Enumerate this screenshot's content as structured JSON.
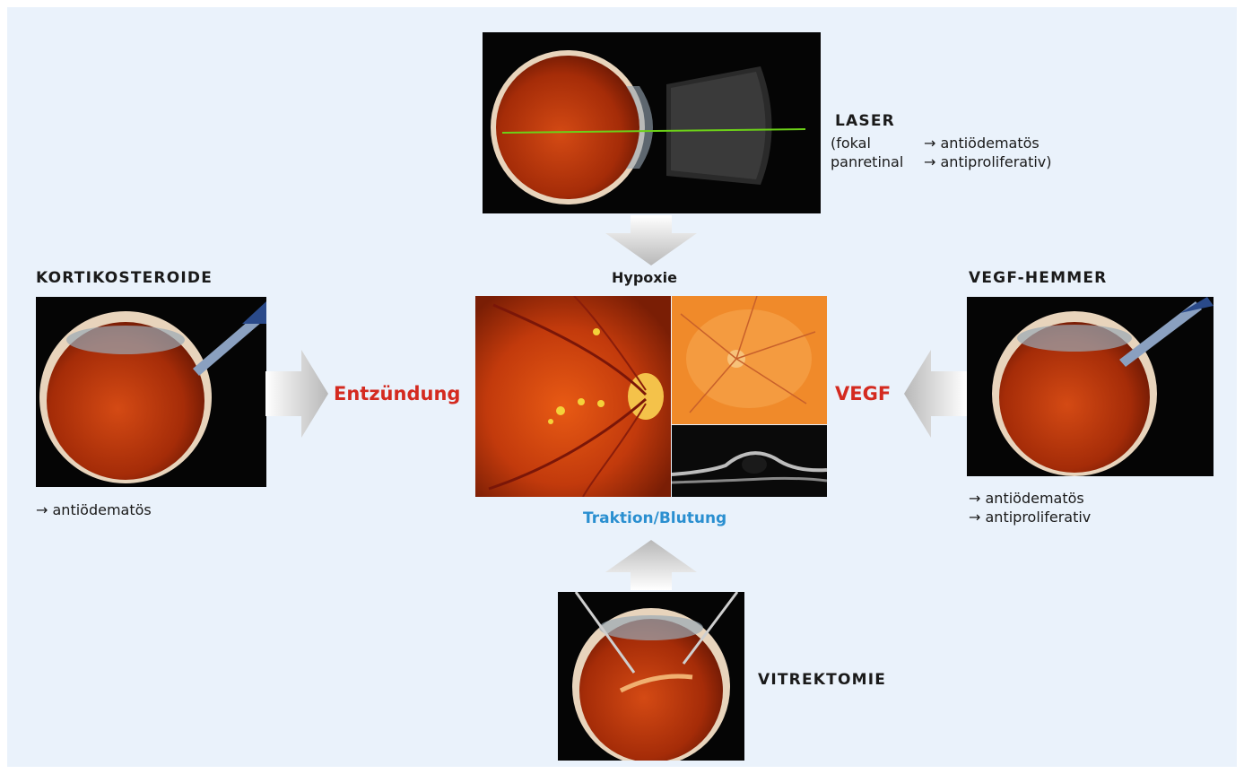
{
  "top": {
    "heading": "LASER",
    "rows": [
      {
        "left": "(fokal",
        "right": "→ antiödematös"
      },
      {
        "left": "panretinal",
        "right": "→ antiproliferativ)"
      }
    ]
  },
  "left": {
    "heading": "KORTIKOSTEROIDE",
    "effect": "→ antiödematös",
    "target": "Entzündung"
  },
  "right": {
    "heading": "VEGF-HEMMER",
    "effects": [
      "→ antiödematös",
      "→ antiproliferativ"
    ],
    "target": "VEGF"
  },
  "center": {
    "top_label": "Hypoxie",
    "bottom_label": "Traktion/Blutung"
  },
  "bottom": {
    "heading": "VITREKTOMIE"
  },
  "colors": {
    "panel_bg": "#eaf2fb",
    "red_label": "#d42a20",
    "blue_label": "#2a8fd0",
    "arrow": "#bdbdbd"
  },
  "icons": [
    "laser-eye-image",
    "steroid-injection-eye-image",
    "fundus-image",
    "vegf-injection-eye-image",
    "vitrectomy-eye-image"
  ]
}
